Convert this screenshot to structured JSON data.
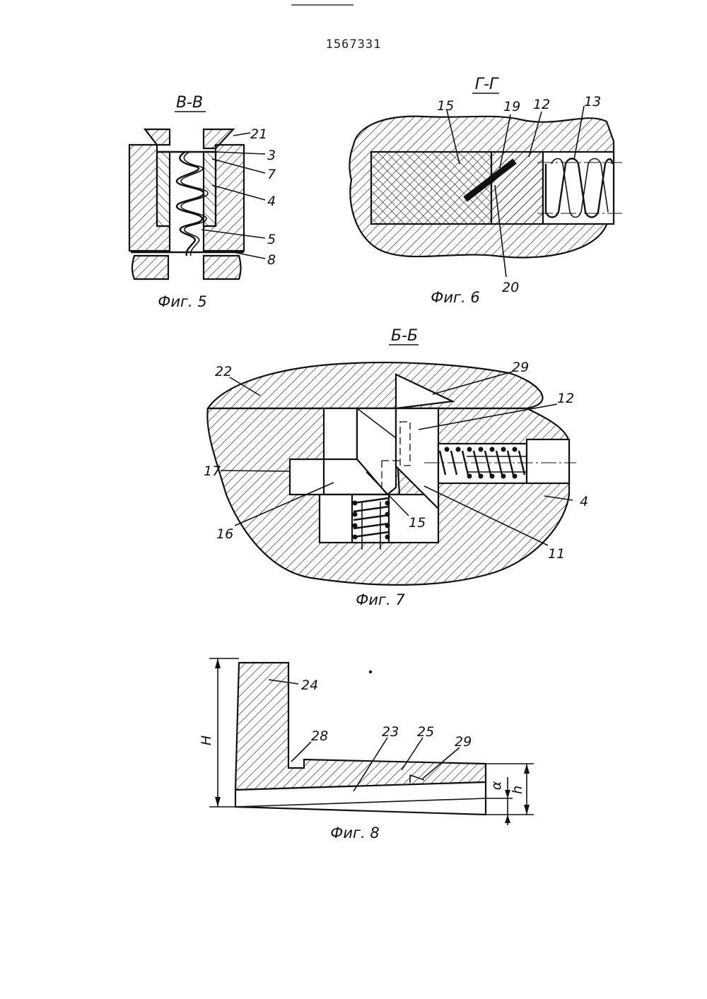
{
  "page_number": "1567331",
  "figures": [
    {
      "id": "fig5",
      "section": "В-В",
      "caption": "Фиг. 5",
      "labels": [
        "21",
        "3",
        "7",
        "4",
        "5",
        "8"
      ]
    },
    {
      "id": "fig6",
      "section": "Г-Г",
      "caption": "Фиг. 6",
      "labels": [
        "15",
        "19",
        "12",
        "13",
        "20"
      ]
    },
    {
      "id": "fig7",
      "section": "Б-Б",
      "caption": "Фиг. 7",
      "labels": [
        "22",
        "29",
        "12",
        "17",
        "4",
        "16",
        "15",
        "11"
      ]
    },
    {
      "id": "fig8",
      "section": "",
      "caption": "Фиг. 8",
      "labels": [
        "24",
        "28",
        "23",
        "25",
        "29"
      ],
      "dimensions": [
        "H",
        "α",
        "h"
      ]
    }
  ]
}
